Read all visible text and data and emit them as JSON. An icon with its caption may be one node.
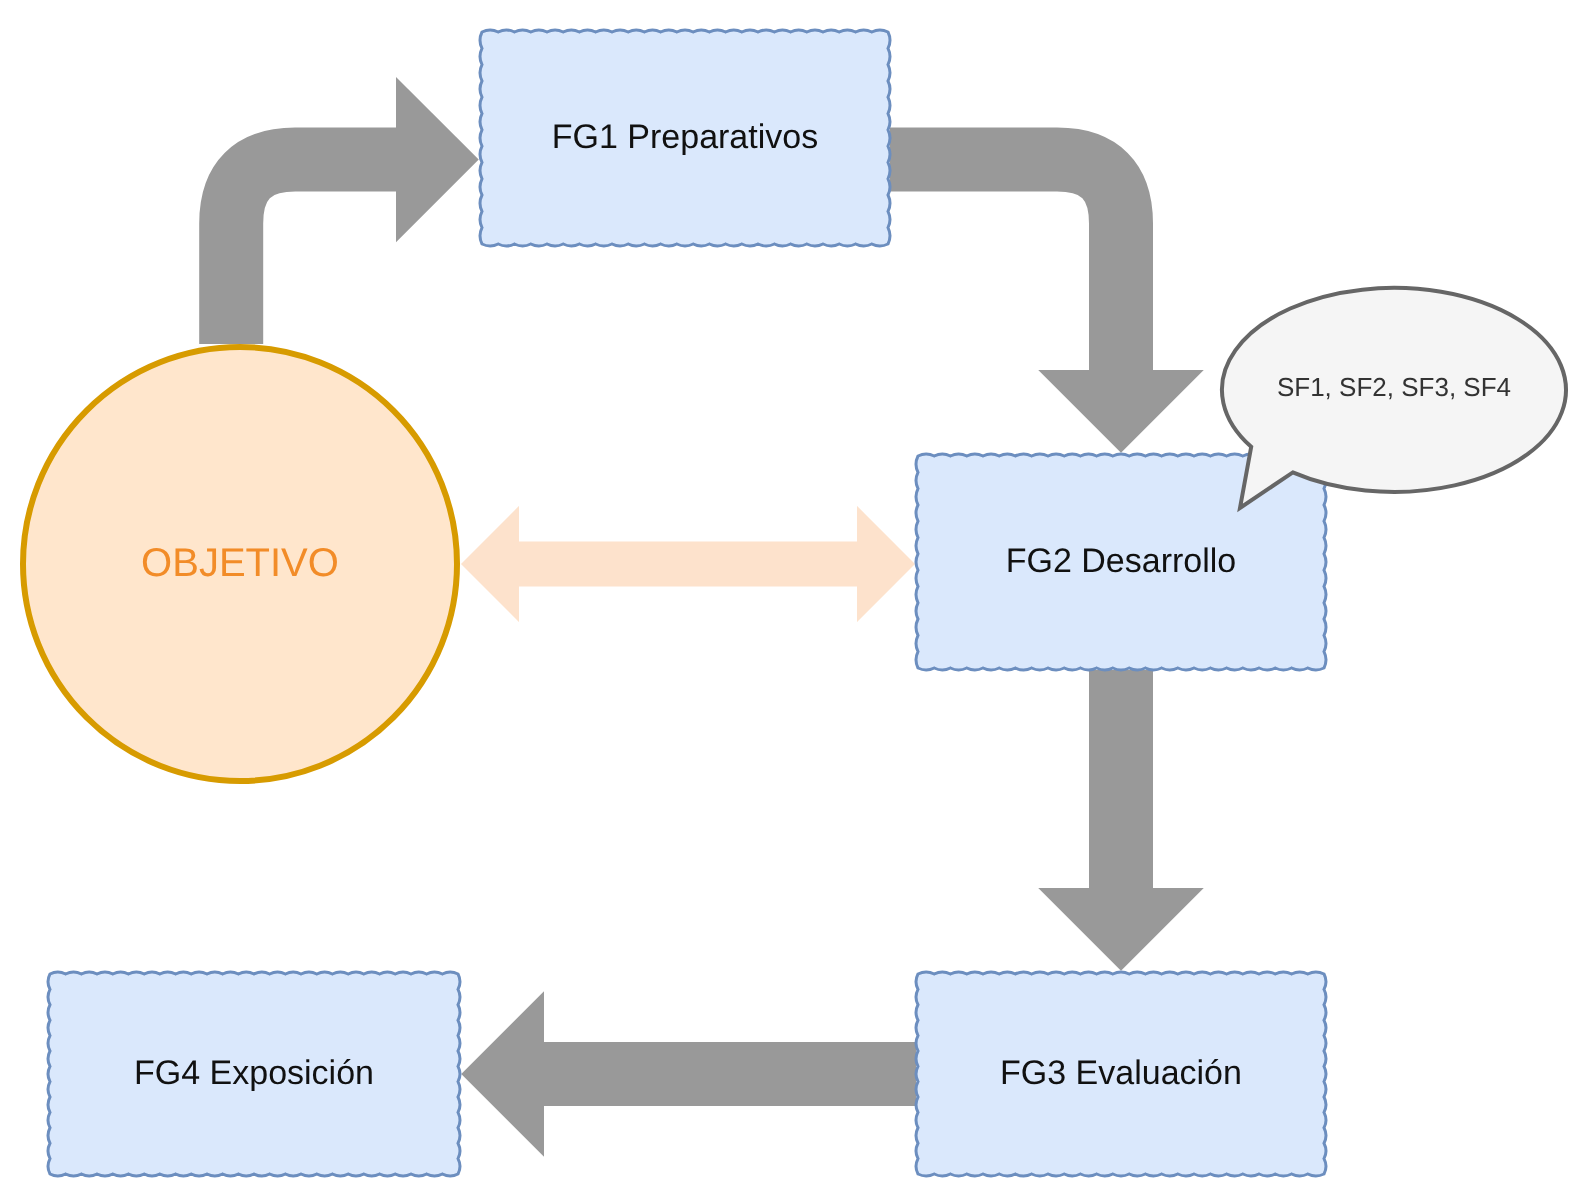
{
  "diagram": {
    "nodes": [
      {
        "text": [
          "OBJETIVO"
        ]
      },
      {
        "text": [
          "FG1 Preparativos"
        ]
      },
      {
        "text": [
          "FG2 Desarrollo"
        ]
      },
      {
        "text": [
          "SF1, SF2, SF3, SF4"
        ]
      },
      {
        "text": [
          "FG3 Evaluación"
        ]
      },
      {
        "text": [
          "FG4 Exposición"
        ]
      }
    ],
    "edges": [
      {
        "from": 0,
        "to": 1,
        "arrow": "to"
      },
      {
        "from": 1,
        "to": 2,
        "arrow": "to"
      },
      {
        "from": 0,
        "to": 2,
        "arrow": "both",
        "color": "#fde2cc"
      },
      {
        "from": 2,
        "to": 4,
        "arrow": "to"
      },
      {
        "from": 4,
        "to": 5,
        "arrow": "to"
      }
    ]
  }
}
